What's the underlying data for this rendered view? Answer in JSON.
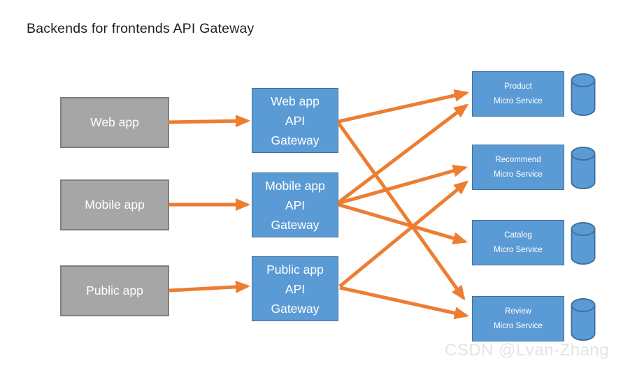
{
  "title": "Backends for frontends API Gateway",
  "watermark": "CSDN @Lvan-Zhang",
  "colors": {
    "box_blue": "#5B9BD5",
    "box_blue_border": "#41719C",
    "box_gray": "#A6A6A6",
    "box_gray_border": "#7F7F7F",
    "arrow": "#ED7D31",
    "title_text": "#1F1F1F",
    "watermark_text": "#E4E4E4",
    "label_text": "#FFFFFF"
  },
  "diagram": {
    "apps": [
      {
        "id": "web-app",
        "label": "Web app"
      },
      {
        "id": "mobile-app",
        "label": "Mobile app"
      },
      {
        "id": "public-app",
        "label": "Public app"
      }
    ],
    "gateways": [
      {
        "id": "web-gateway",
        "label": "Web app API Gateway",
        "lines": [
          "Web app",
          "API",
          "Gateway"
        ]
      },
      {
        "id": "mobile-gateway",
        "label": "Mobile app API Gateway",
        "lines": [
          "Mobile app",
          "API",
          "Gateway"
        ]
      },
      {
        "id": "public-gateway",
        "label": "Public app API Gateway",
        "lines": [
          "Public app",
          "API",
          "Gateway"
        ]
      }
    ],
    "services": [
      {
        "id": "product-service",
        "label": "Product Micro Service",
        "lines": [
          "Product",
          "Micro Service"
        ],
        "icon": "database-cylinder-icon"
      },
      {
        "id": "recommend-service",
        "label": "Recommend Micro Service",
        "lines": [
          "Recommend",
          "Micro Service"
        ],
        "icon": "database-cylinder-icon"
      },
      {
        "id": "catalog-service",
        "label": "Catalog Micro Service",
        "lines": [
          "Catalog",
          "Micro Service"
        ],
        "icon": "database-cylinder-icon"
      },
      {
        "id": "review-service",
        "label": "Review Micro Service",
        "lines": [
          "Review",
          "Micro Service"
        ],
        "icon": "database-cylinder-icon"
      }
    ],
    "edges": [
      {
        "from": "web-app",
        "to": "web-gateway"
      },
      {
        "from": "mobile-app",
        "to": "mobile-gateway"
      },
      {
        "from": "public-app",
        "to": "public-gateway"
      },
      {
        "from": "web-gateway",
        "to": "product-service"
      },
      {
        "from": "web-gateway",
        "to": "review-service"
      },
      {
        "from": "mobile-gateway",
        "to": "product-service"
      },
      {
        "from": "mobile-gateway",
        "to": "recommend-service"
      },
      {
        "from": "mobile-gateway",
        "to": "catalog-service"
      },
      {
        "from": "public-gateway",
        "to": "recommend-service"
      },
      {
        "from": "public-gateway",
        "to": "review-service"
      }
    ]
  }
}
